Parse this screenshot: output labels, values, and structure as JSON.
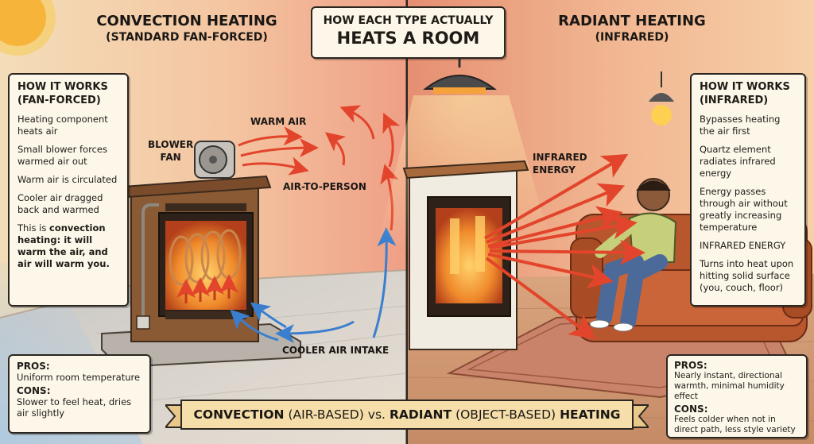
{
  "left_title": {
    "line1": "CONVECTION HEATING",
    "line2": "(STANDARD FAN-FORCED)"
  },
  "center_title": {
    "line1": "HOW EACH TYPE ACTUALLY",
    "line2": "HEATS A ROOM"
  },
  "right_title": {
    "line1": "RADIANT HEATING",
    "line2": "(INFRARED)"
  },
  "convection_box": {
    "heading1": "HOW IT WORKS",
    "heading2": "(FAN-FORCED)",
    "items": [
      "Heating component heats air",
      "Small blower forces warmed air out",
      "Warm air is circulated",
      "Cooler air dragged back and warmed"
    ],
    "summary_pre": "This is ",
    "summary_bold": "convection heating: it will warm the air, and air will warm you."
  },
  "radiant_box": {
    "heading1": "HOW IT WORKS",
    "heading2": "(INFRARED)",
    "items": [
      "Bypasses heating the air first",
      "Quartz element radiates infrared energy",
      "Energy passes through air without greatly increasing temperature",
      "INFRARED ENERGY",
      "Turns into heat upon hitting solid surface (you, couch, floor)"
    ]
  },
  "labels": {
    "blower_fan": "BLOWER\nFAN",
    "warm_air": "WARM AIR",
    "air_to_person": "AIR-TO-PERSON",
    "cooler_air_intake": "COOLER AIR INTAKE",
    "infrared_energy": "INFRARED\nENERGY"
  },
  "convection_pros_cons": {
    "pros_label": "PROS:",
    "pros": "Uniform room temperature",
    "cons_label": "CONS:",
    "cons": "Slower to feel heat, dries air slightly"
  },
  "radiant_pros_cons": {
    "pros_label": "PROS:",
    "pros": "Nearly instant, directional warmth, minimal humidity effect",
    "cons_label": "CONS:",
    "cons": "Feels colder when not in direct path, less style variety"
  },
  "banner": {
    "w1": "CONVECTION",
    "p1": "(AIR-BASED)",
    "vs": "vs.",
    "w2": "RADIANT",
    "p2": "(OBJECT-BASED)",
    "w3": "HEATING"
  },
  "colors": {
    "warm_arrow": "#e2452c",
    "cool_arrow": "#3a7fcf",
    "divider": "#2b2620",
    "banner_fill": "#f5deaa"
  }
}
